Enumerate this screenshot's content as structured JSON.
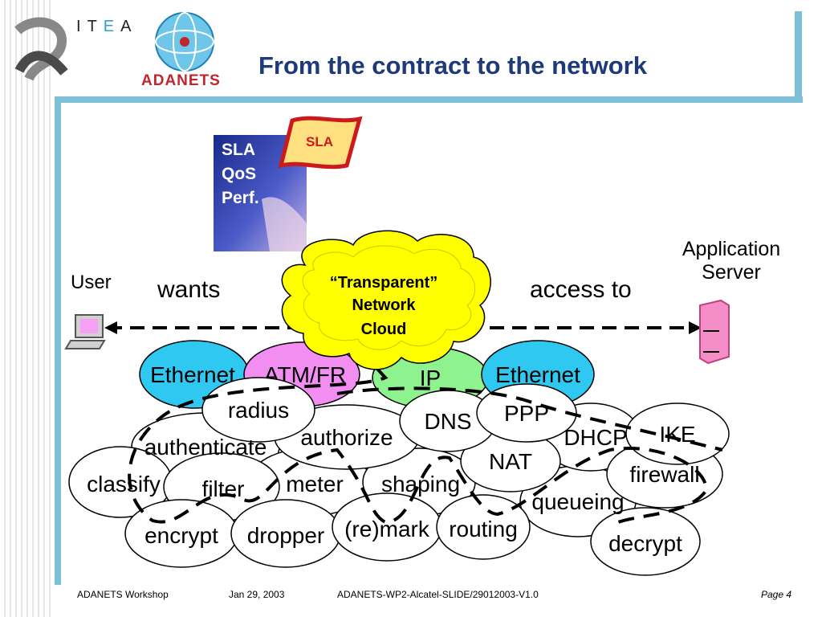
{
  "header": {
    "title": "From the contract to the network",
    "logo_itea": "ITEA",
    "logo_adanets": "ADANETS"
  },
  "sla_card": {
    "lines": [
      "SLA",
      "QoS",
      "Perf."
    ],
    "scroll_label": "SLA"
  },
  "diagram": {
    "user_label": "User",
    "wants_label": "wants",
    "access_label": "access to",
    "server_label_line1": "Application",
    "server_label_line2": "Server",
    "cloud_line1": "“Transparent”",
    "cloud_line2": "Network",
    "cloud_line3": "Cloud",
    "layers": [
      "Ethernet",
      "ATM/FR",
      "IP",
      "Ethernet"
    ],
    "functions": {
      "radius": "radius",
      "authenticate": "authenticate",
      "authorize": "authorize",
      "dns": "DNS",
      "ppp": "PPP",
      "dhcp": "DHCP",
      "ike": "IKE",
      "classify": "classify",
      "filter": "filter",
      "meter": "meter",
      "shaping": "shaping",
      "nat": "NAT",
      "firewall": "firewall",
      "queueing": "queueing",
      "encrypt": "encrypt",
      "dropper": "dropper",
      "remark": "(re)mark",
      "routing": "routing",
      "decrypt": "decrypt"
    }
  },
  "footer": {
    "event": "ADANETS Workshop",
    "date": "Jan 29, 2003",
    "doc_id": "ADANETS-WP2-Alcatel-SLIDE/29012003-V1.0",
    "page": "Page 4"
  },
  "colors": {
    "accent_bar": "#7cc0d8",
    "title": "#1f3a7a",
    "ethernet": "#2fc8f0",
    "atm": "#f28ef2",
    "ip": "#8ef28e",
    "cloud": "#ffff00"
  }
}
